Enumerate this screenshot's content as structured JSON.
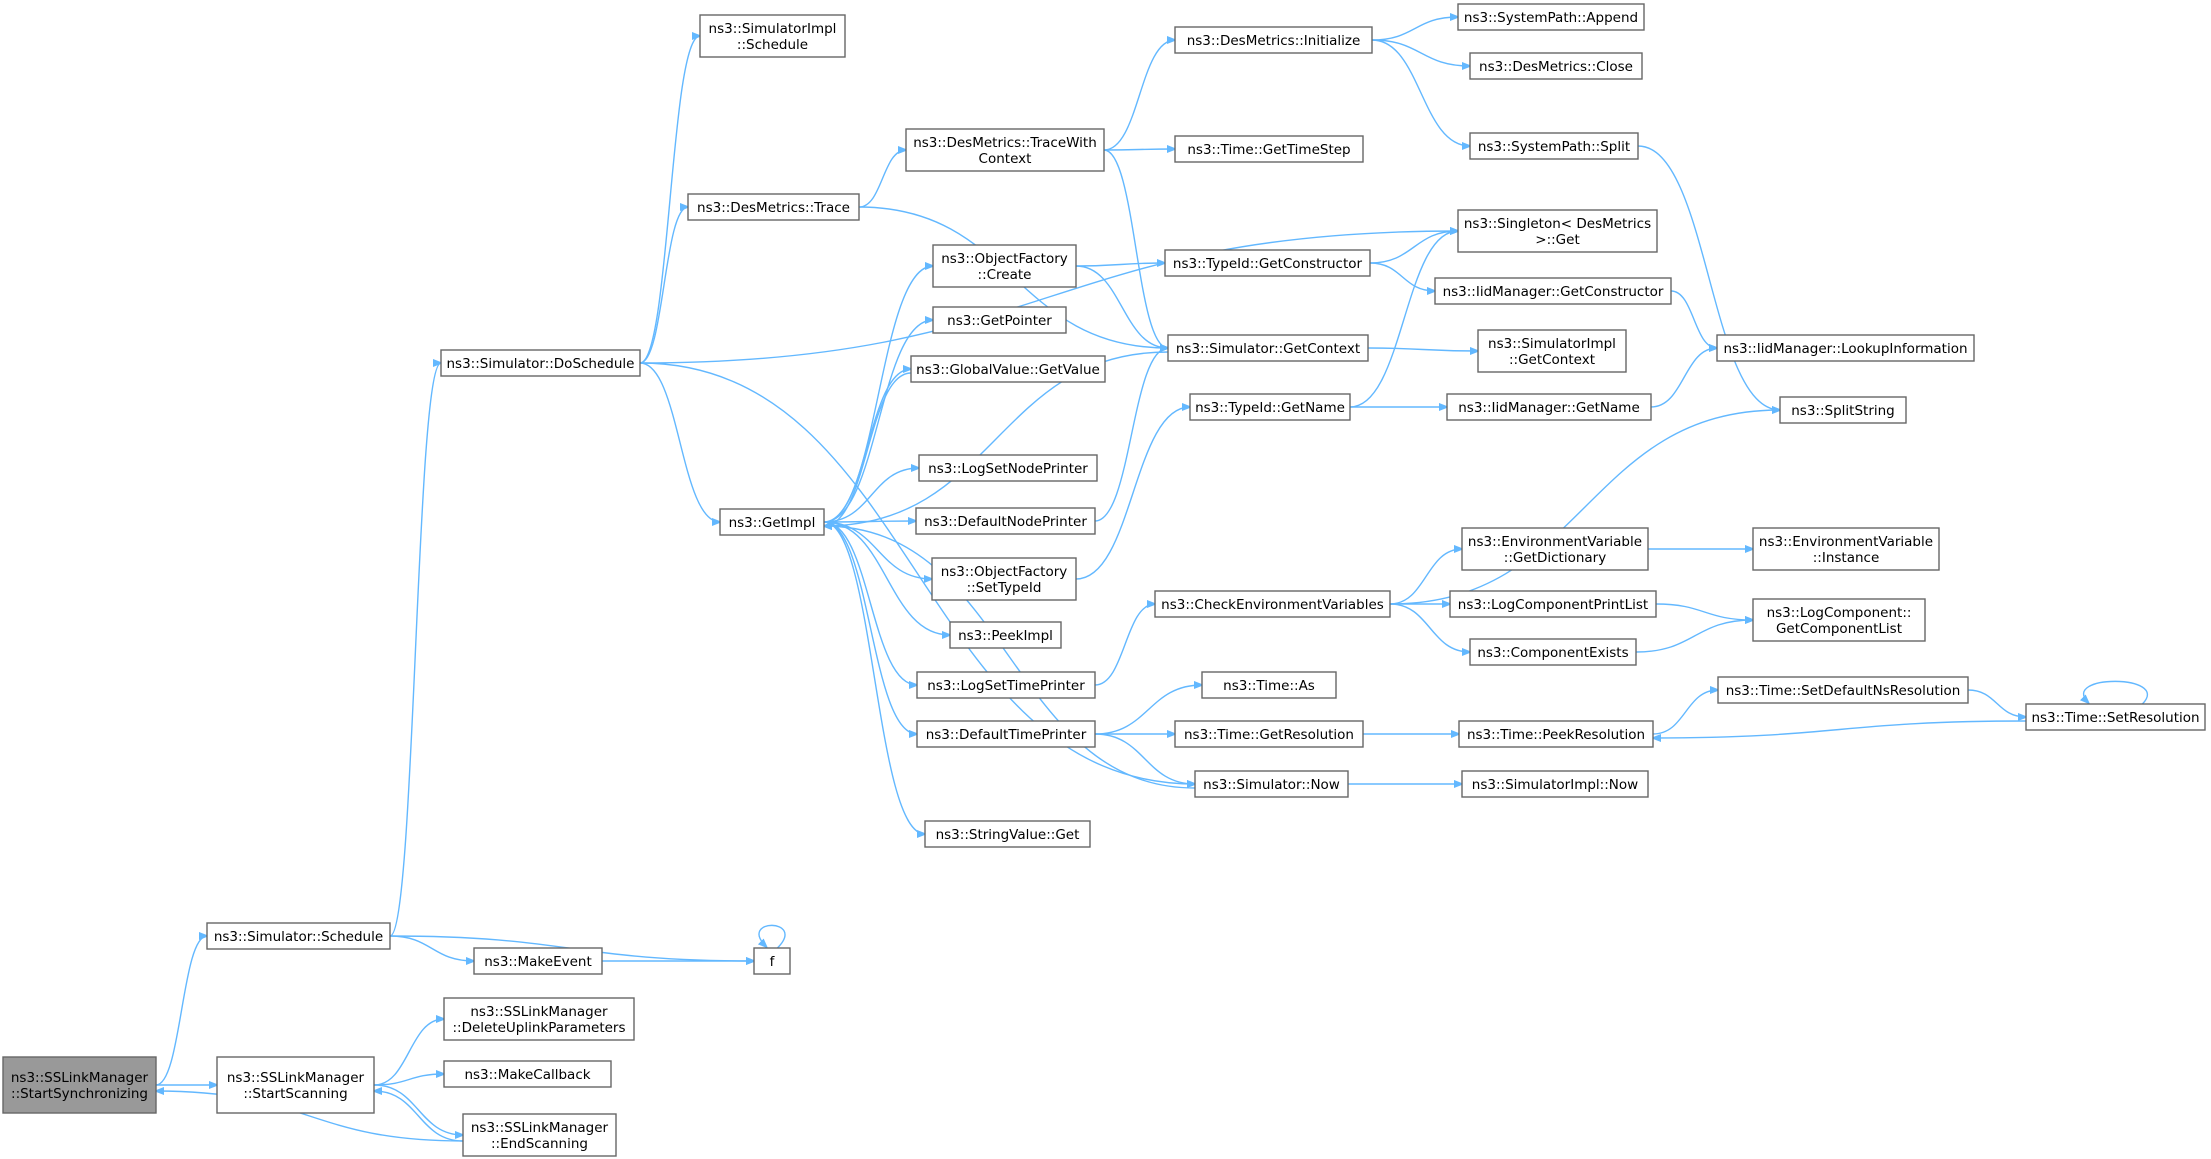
{
  "graph": {
    "edge_color": "#63b8ff",
    "node_border_color": "#666666",
    "root_fill_color": "#999999",
    "nodes": [
      {
        "id": "startSync",
        "lines": [
          "ns3::SSLinkManager",
          "::StartSynchronizing"
        ],
        "root": true
      },
      {
        "id": "simSchedule",
        "lines": [
          "ns3::Simulator::Schedule"
        ]
      },
      {
        "id": "startScanning",
        "lines": [
          "ns3::SSLinkManager",
          "::StartScanning"
        ]
      },
      {
        "id": "deleteUplink",
        "lines": [
          "ns3::SSLinkManager",
          "::DeleteUplinkParameters"
        ]
      },
      {
        "id": "makeCallback",
        "lines": [
          "ns3::MakeCallback"
        ]
      },
      {
        "id": "endScanning",
        "lines": [
          "ns3::SSLinkManager",
          "::EndScanning"
        ]
      },
      {
        "id": "makeEvent",
        "lines": [
          "ns3::MakeEvent"
        ]
      },
      {
        "id": "f",
        "lines": [
          "f"
        ]
      },
      {
        "id": "doSchedule",
        "lines": [
          "ns3::Simulator::DoSchedule"
        ]
      },
      {
        "id": "simImplSchedule",
        "lines": [
          "ns3::SimulatorImpl",
          "::Schedule"
        ]
      },
      {
        "id": "desTrace",
        "lines": [
          "ns3::DesMetrics::Trace"
        ]
      },
      {
        "id": "getImpl",
        "lines": [
          "ns3::GetImpl"
        ]
      },
      {
        "id": "traceWithContext",
        "lines": [
          "ns3::DesMetrics::TraceWith",
          "Context"
        ]
      },
      {
        "id": "desInitialize",
        "lines": [
          "ns3::DesMetrics::Initialize"
        ]
      },
      {
        "id": "pathAppend",
        "lines": [
          "ns3::SystemPath::Append"
        ]
      },
      {
        "id": "desClose",
        "lines": [
          "ns3::DesMetrics::Close"
        ]
      },
      {
        "id": "pathSplit",
        "lines": [
          "ns3::SystemPath::Split"
        ]
      },
      {
        "id": "timeStep",
        "lines": [
          "ns3::Time::GetTimeStep"
        ]
      },
      {
        "id": "singletonGet",
        "lines": [
          "ns3::Singleton< DesMetrics",
          " >::Get"
        ]
      },
      {
        "id": "ofCreate",
        "lines": [
          "ns3::ObjectFactory",
          "::Create"
        ]
      },
      {
        "id": "typeIdCtor",
        "lines": [
          "ns3::TypeId::GetConstructor"
        ]
      },
      {
        "id": "iidCtor",
        "lines": [
          "ns3::IidManager::GetConstructor"
        ]
      },
      {
        "id": "lookupInfo",
        "lines": [
          "ns3::IidManager::LookupInformation"
        ]
      },
      {
        "id": "getPointer",
        "lines": [
          "ns3::GetPointer"
        ]
      },
      {
        "id": "gvGetValue",
        "lines": [
          "ns3::GlobalValue::GetValue"
        ]
      },
      {
        "id": "simGetContext",
        "lines": [
          "ns3::Simulator::GetContext"
        ]
      },
      {
        "id": "implGetContext",
        "lines": [
          "ns3::SimulatorImpl",
          "::GetContext"
        ]
      },
      {
        "id": "typeIdGetName",
        "lines": [
          "ns3::TypeId::GetName"
        ]
      },
      {
        "id": "iidGetName",
        "lines": [
          "ns3::IidManager::GetName"
        ]
      },
      {
        "id": "splitString",
        "lines": [
          "ns3::SplitString"
        ]
      },
      {
        "id": "logSetNode",
        "lines": [
          "ns3::LogSetNodePrinter"
        ]
      },
      {
        "id": "defaultNode",
        "lines": [
          "ns3::DefaultNodePrinter"
        ]
      },
      {
        "id": "ofSetTypeId",
        "lines": [
          "ns3::ObjectFactory",
          "::SetTypeId"
        ]
      },
      {
        "id": "envGetDict",
        "lines": [
          "ns3::EnvironmentVariable",
          "::GetDictionary"
        ]
      },
      {
        "id": "envInstance",
        "lines": [
          "ns3::EnvironmentVariable",
          "::Instance"
        ]
      },
      {
        "id": "checkEnv",
        "lines": [
          "ns3::CheckEnvironmentVariables"
        ]
      },
      {
        "id": "logCompPrint",
        "lines": [
          "ns3::LogComponentPrintList"
        ]
      },
      {
        "id": "logCompList",
        "lines": [
          "ns3::LogComponent::",
          "GetComponentList"
        ]
      },
      {
        "id": "peekImpl",
        "lines": [
          "ns3::PeekImpl"
        ]
      },
      {
        "id": "compExists",
        "lines": [
          "ns3::ComponentExists"
        ]
      },
      {
        "id": "logSetTime",
        "lines": [
          "ns3::LogSetTimePrinter"
        ]
      },
      {
        "id": "timeAs",
        "lines": [
          "ns3::Time::As"
        ]
      },
      {
        "id": "setDefaultNs",
        "lines": [
          "ns3::Time::SetDefaultNsResolution"
        ]
      },
      {
        "id": "defaultTime",
        "lines": [
          "ns3::DefaultTimePrinter"
        ]
      },
      {
        "id": "getResolution",
        "lines": [
          "ns3::Time::GetResolution"
        ]
      },
      {
        "id": "peekResolution",
        "lines": [
          "ns3::Time::PeekResolution"
        ]
      },
      {
        "id": "setResolution",
        "lines": [
          "ns3::Time::SetResolution"
        ]
      },
      {
        "id": "simNow",
        "lines": [
          "ns3::Simulator::Now"
        ]
      },
      {
        "id": "implNow",
        "lines": [
          "ns3::SimulatorImpl::Now"
        ]
      },
      {
        "id": "strGet",
        "lines": [
          "ns3::StringValue::Get"
        ]
      }
    ],
    "edges": [
      [
        "startSync",
        "simSchedule"
      ],
      [
        "startSync",
        "startScanning"
      ],
      [
        "simSchedule",
        "doSchedule"
      ],
      [
        "simSchedule",
        "makeEvent"
      ],
      [
        "simSchedule",
        "f"
      ],
      [
        "makeEvent",
        "f"
      ],
      [
        "f",
        "f"
      ],
      [
        "startScanning",
        "deleteUplink"
      ],
      [
        "startScanning",
        "makeCallback"
      ],
      [
        "startScanning",
        "endScanning"
      ],
      [
        "endScanning",
        "startScanning"
      ],
      [
        "endScanning",
        "startSync"
      ],
      [
        "doSchedule",
        "simImplSchedule"
      ],
      [
        "doSchedule",
        "desTrace"
      ],
      [
        "doSchedule",
        "getImpl"
      ],
      [
        "doSchedule",
        "singletonGet"
      ],
      [
        "doSchedule",
        "simNow"
      ],
      [
        "desTrace",
        "traceWithContext"
      ],
      [
        "desTrace",
        "simGetContext"
      ],
      [
        "traceWithContext",
        "desInitialize"
      ],
      [
        "traceWithContext",
        "timeStep"
      ],
      [
        "traceWithContext",
        "simGetContext"
      ],
      [
        "desInitialize",
        "pathAppend"
      ],
      [
        "desInitialize",
        "desClose"
      ],
      [
        "desInitialize",
        "pathSplit"
      ],
      [
        "pathSplit",
        "splitString"
      ],
      [
        "getImpl",
        "ofCreate"
      ],
      [
        "getImpl",
        "getPointer"
      ],
      [
        "getImpl",
        "gvGetValue"
      ],
      [
        "getImpl",
        "logSetNode"
      ],
      [
        "getImpl",
        "defaultNode"
      ],
      [
        "getImpl",
        "ofSetTypeId"
      ],
      [
        "getImpl",
        "peekImpl"
      ],
      [
        "getImpl",
        "logSetTime"
      ],
      [
        "getImpl",
        "defaultTime"
      ],
      [
        "getImpl",
        "strGet"
      ],
      [
        "ofCreate",
        "typeIdCtor"
      ],
      [
        "typeIdCtor",
        "singletonGet"
      ],
      [
        "typeIdCtor",
        "iidCtor"
      ],
      [
        "iidCtor",
        "lookupInfo"
      ],
      [
        "ofCreate",
        "simGetContext"
      ],
      [
        "gvGetValue",
        "getImpl"
      ],
      [
        "simGetContext",
        "getImpl"
      ],
      [
        "simGetContext",
        "implGetContext"
      ],
      [
        "defaultNode",
        "simGetContext"
      ],
      [
        "ofSetTypeId",
        "typeIdGetName"
      ],
      [
        "typeIdGetName",
        "singletonGet"
      ],
      [
        "typeIdGetName",
        "iidGetName"
      ],
      [
        "iidGetName",
        "lookupInfo"
      ],
      [
        "logSetTime",
        "checkEnv"
      ],
      [
        "checkEnv",
        "splitString"
      ],
      [
        "checkEnv",
        "envGetDict"
      ],
      [
        "checkEnv",
        "logCompPrint"
      ],
      [
        "checkEnv",
        "compExists"
      ],
      [
        "envGetDict",
        "envInstance"
      ],
      [
        "logCompPrint",
        "logCompList"
      ],
      [
        "compExists",
        "logCompList"
      ],
      [
        "defaultTime",
        "timeAs"
      ],
      [
        "defaultTime",
        "getResolution"
      ],
      [
        "defaultTime",
        "simNow"
      ],
      [
        "getResolution",
        "peekResolution"
      ],
      [
        "peekResolution",
        "setDefaultNs"
      ],
      [
        "setDefaultNs",
        "setResolution"
      ],
      [
        "setResolution",
        "peekResolution"
      ],
      [
        "setResolution",
        "setResolution"
      ],
      [
        "simNow",
        "getImpl"
      ],
      [
        "simNow",
        "implNow"
      ]
    ]
  }
}
